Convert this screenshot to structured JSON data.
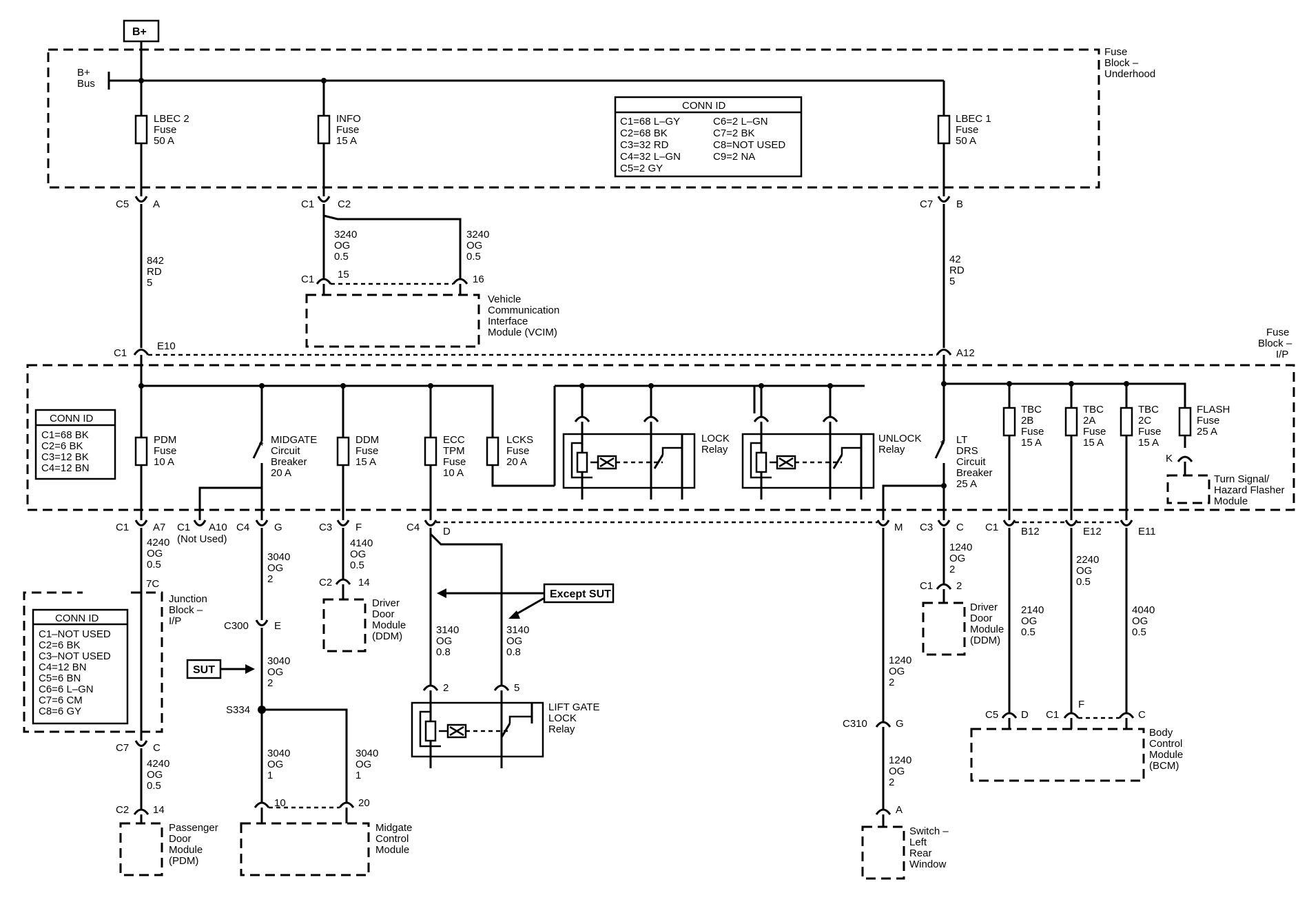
{
  "labels": {
    "bplus_box": "B+",
    "bplus_bus_1": "B+",
    "bplus_bus_2": "Bus",
    "fb_under_1": "Fuse",
    "fb_under_2": "Block –",
    "fb_under_3": "Underhood",
    "fb_ip_1": "Fuse",
    "fb_ip_2": "Block –",
    "fb_ip_3": "I/P",
    "lbec2_1": "LBEC 2",
    "lbec2_2": "Fuse",
    "lbec2_3": "50 A",
    "info_1": "INFO",
    "info_2": "Fuse",
    "info_3": "15 A",
    "lbec1_1": "LBEC 1",
    "lbec1_2": "Fuse",
    "lbec1_3": "50 A",
    "conn1_title": "CONN ID",
    "conn1_a1": "C1=68 L–GY",
    "conn1_a2": "C2=68 BK",
    "conn1_a3": "C3=32 RD",
    "conn1_a4": "C4=32 L–GN",
    "conn1_a5": "C5=2 GY",
    "conn1_b1": "C6=2 L–GN",
    "conn1_b2": "C7=2 BK",
    "conn1_b3": "C8=NOT USED",
    "conn1_b4": "C9=2 NA",
    "c5": "C5",
    "pin_a": "A",
    "c1_top": "C1",
    "c2_top": "C2",
    "c7_top": "C7",
    "pin_b": "B",
    "w842_1": "842",
    "w842_2": "RD",
    "w842_3": "5",
    "w3240a_1": "3240",
    "w3240a_2": "OG",
    "w3240a_3": "0.5",
    "w3240b_1": "3240",
    "w3240b_2": "OG",
    "w3240b_3": "0.5",
    "w42_1": "42",
    "w42_2": "RD",
    "w42_3": "5",
    "vcim_c1": "C1",
    "vcim_15": "15",
    "vcim_16": "16",
    "vcim_1": "Vehicle",
    "vcim_2": "Communication",
    "vcim_3": "Interface",
    "vcim_4": "Module (VCIM)",
    "ip_c1": "C1",
    "ip_e10": "E10",
    "ip_a12": "A12",
    "conn2_title": "CONN ID",
    "conn2_1": "C1=68 BK",
    "conn2_2": "C2=6 BK",
    "conn2_3": "C3=12 BK",
    "conn2_4": "C4=12 BN",
    "pdm_1": "PDM",
    "pdm_2": "Fuse",
    "pdm_3": "10 A",
    "mg_1": "MIDGATE",
    "mg_2": "Circuit",
    "mg_3": "Breaker",
    "mg_4": "20 A",
    "ddm_1": "DDM",
    "ddm_2": "Fuse",
    "ddm_3": "15 A",
    "ecc_1": "ECC",
    "ecc_2": "TPM",
    "ecc_3": "Fuse",
    "ecc_4": "10 A",
    "lcks_1": "LCKS",
    "lcks_2": "Fuse",
    "lcks_3": "20 A",
    "lock_1": "LOCK",
    "lock_2": "Relay",
    "unlock_1": "UNLOCK",
    "unlock_2": "Relay",
    "ltdrs_1": "LT",
    "ltdrs_2": "DRS",
    "ltdrs_3": "Circuit",
    "ltdrs_4": "Breaker",
    "ltdrs_5": "25 A",
    "tbc2b_1": "TBC",
    "tbc2b_2": "2B",
    "tbc2b_3": "Fuse",
    "tbc2b_4": "15 A",
    "tbc2a_1": "TBC",
    "tbc2a_2": "2A",
    "tbc2a_3": "Fuse",
    "tbc2a_4": "15 A",
    "tbc2c_1": "TBC",
    "tbc2c_2": "2C",
    "tbc2c_3": "Fuse",
    "tbc2c_4": "15 A",
    "flash_1": "FLASH",
    "flash_2": "Fuse",
    "flash_3": "25 A",
    "pin_k": "K",
    "ts_1": "Turn Signal/",
    "ts_2": "Hazard Flasher",
    "ts_3": "Module",
    "b_c1": "C1",
    "b_a7": "A7",
    "b_c1b": "C1",
    "b_a10": "A10",
    "b_notused": "(Not Used)",
    "b_c4": "C4",
    "b_g": "G",
    "b_c3": "C3",
    "b_f": "F",
    "b_c4b": "C4",
    "b_d": "D",
    "b_m": "M",
    "b_c3b": "C3",
    "b_c": "C",
    "b_c1c": "C1",
    "b_b12": "B12",
    "b_e12": "E12",
    "b_e11": "E11",
    "w4240a_1": "4240",
    "w4240a_2": "OG",
    "w4240a_3": "0.5",
    "w3040a_1": "3040",
    "w3040a_2": "OG",
    "w3040a_3": "2",
    "w4140_1": "4140",
    "w4140_2": "OG",
    "w4140_3": "0.5",
    "w1240a_1": "1240",
    "w1240a_2": "OG",
    "w1240a_3": "2",
    "w2240_1": "2240",
    "w2240_2": "OG",
    "w2240_3": "0.5",
    "w2140_1": "2140",
    "w2140_2": "OG",
    "w2140_3": "0.5",
    "w4040_1": "4040",
    "w4040_2": "OG",
    "w4040_3": "0.5",
    "jb_7c": "7C",
    "jb_1": "Junction",
    "jb_2": "Block –",
    "jb_3": "I/P",
    "conn3_title": "CONN ID",
    "conn3_1": "C1–NOT USED",
    "conn3_2": "C2=6 BK",
    "conn3_3": "C3–NOT USED",
    "conn3_4": "C4=12 BN",
    "conn3_5": "C5=6 BN",
    "conn3_6": "C6=6 L–GN",
    "conn3_7": "C7=6 CM",
    "conn3_8": "C8=6 GY",
    "ddm_c2": "C2",
    "ddm_14": "14",
    "ddmod_1": "Driver",
    "ddmod_2": "Door",
    "ddmod_3": "Module",
    "ddmod_4": "(DDM)",
    "c300": "C300",
    "c300_e": "E",
    "sut": "SUT",
    "w3040b_1": "3040",
    "w3040b_2": "OG",
    "w3040b_3": "2",
    "s334": "S334",
    "except_sut": "Except SUT",
    "w3140a_1": "3140",
    "w3140a_2": "OG",
    "w3140a_3": "0.8",
    "w3140b_1": "3140",
    "w3140b_2": "OG",
    "w3140b_3": "0.8",
    "lg_2": "2",
    "lg_5": "5",
    "lg_1": "LIFT GATE",
    "lg_2b": "LOCK",
    "lg_3": "Relay",
    "rddm_c1": "C1",
    "rddm_2": "2",
    "rddmod_1": "Driver",
    "rddmod_2": "Door",
    "rddmod_3": "Module",
    "rddmod_4": "(DDM)",
    "w1240b_1": "1240",
    "w1240b_2": "OG",
    "w1240b_3": "2",
    "c310": "C310",
    "c310_g": "G",
    "w1240c_1": "1240",
    "w1240c_2": "OG",
    "w1240c_3": "2",
    "sw_a": "A",
    "sw_1": "Switch –",
    "sw_2": "Left",
    "sw_3": "Rear",
    "sw_4": "Window",
    "bcm_c5": "C5",
    "bcm_d": "D",
    "bcm_c1": "C1",
    "bcm_f": "F",
    "bcm_c": "C",
    "bcm_1": "Body",
    "bcm_2": "Control",
    "bcm_3": "Module",
    "bcm_4": "(BCM)",
    "pdm_c7": "C7",
    "pdm_cc": "C",
    "w4240b_1": "4240",
    "w4240b_2": "OG",
    "w4240b_3": "0.5",
    "pdm_c2": "C2",
    "pdm_14": "14",
    "pdmod_1": "Passenger",
    "pdmod_2": "Door",
    "pdmod_3": "Module",
    "pdmod_4": "(PDM)",
    "w3040c_1": "3040",
    "w3040c_2": "OG",
    "w3040c_3": "1",
    "w3040d_1": "3040",
    "w3040d_2": "OG",
    "w3040d_3": "1",
    "mcm_10": "10",
    "mcm_20": "20",
    "mcm_1": "Midgate",
    "mcm_2": "Control",
    "mcm_3": "Module"
  }
}
